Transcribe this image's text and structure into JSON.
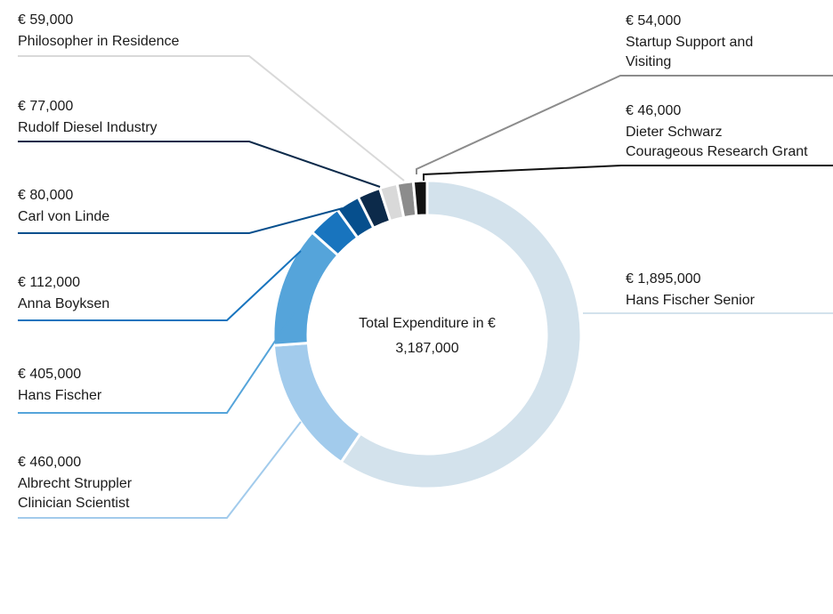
{
  "chart_data": {
    "type": "pie",
    "center_label": "Total Expenditure in €",
    "total": "3,187,000",
    "slices": [
      {
        "name": "Hans Fischer Senior",
        "value": 1895000,
        "value_label": "€ 1,895,000",
        "color": "#d3e2ec"
      },
      {
        "name": "Albrecht Struppler\nClinician Scientist",
        "value": 460000,
        "value_label": "€ 460,000",
        "color": "#a2cbec"
      },
      {
        "name": "Hans Fischer",
        "value": 405000,
        "value_label": "€ 405,000",
        "color": "#55a4da"
      },
      {
        "name": "Anna Boyksen",
        "value": 112000,
        "value_label": "€ 112,000",
        "color": "#1874be"
      },
      {
        "name": "Carl von Linde",
        "value": 80000,
        "value_label": "€ 80,000",
        "color": "#064f8d"
      },
      {
        "name": "Rudolf Diesel Industry",
        "value": 77000,
        "value_label": "€ 77,000",
        "color": "#0c2a4a"
      },
      {
        "name": "Philosopher in Residence",
        "value": 59000,
        "value_label": "€ 59,000",
        "color": "#d9d9d9"
      },
      {
        "name": "Startup Support and\nVisiting",
        "value": 54000,
        "value_label": "€ 54,000",
        "color": "#8c8c8c"
      },
      {
        "name": "Dieter Schwarz\nCourageous Research Grant",
        "value": 46000,
        "value_label": "€ 46,000",
        "color": "#111111"
      }
    ]
  }
}
